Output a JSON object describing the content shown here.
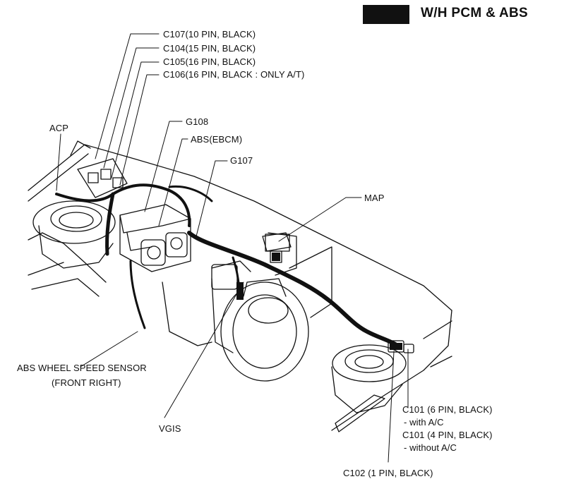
{
  "title": "W/H PCM & ABS",
  "colors": {
    "ink": "#111111",
    "paper": "#ffffff"
  },
  "labels": {
    "c107": "C107(10 PIN, BLACK)",
    "c104": "C104(15 PIN, BLACK)",
    "c105": "C105(16 PIN, BLACK)",
    "c106": "C106(16 PIN, BLACK : ONLY A/T)",
    "acp": "ACP",
    "g108": "G108",
    "abs_ebcm": "ABS(EBCM)",
    "g107": "G107",
    "map": "MAP",
    "abs_sensor_line1": "ABS WHEEL SPEED SENSOR",
    "abs_sensor_line2": "(FRONT RIGHT)",
    "vgis": "VGIS",
    "c101_6pin": "C101 (6 PIN, BLACK)",
    "c101_6pin_note": "- with A/C",
    "c101_4pin": "C101 (4 PIN, BLACK)",
    "c101_4pin_note": "- without A/C",
    "c102": "C102 (1 PIN, BLACK)"
  }
}
